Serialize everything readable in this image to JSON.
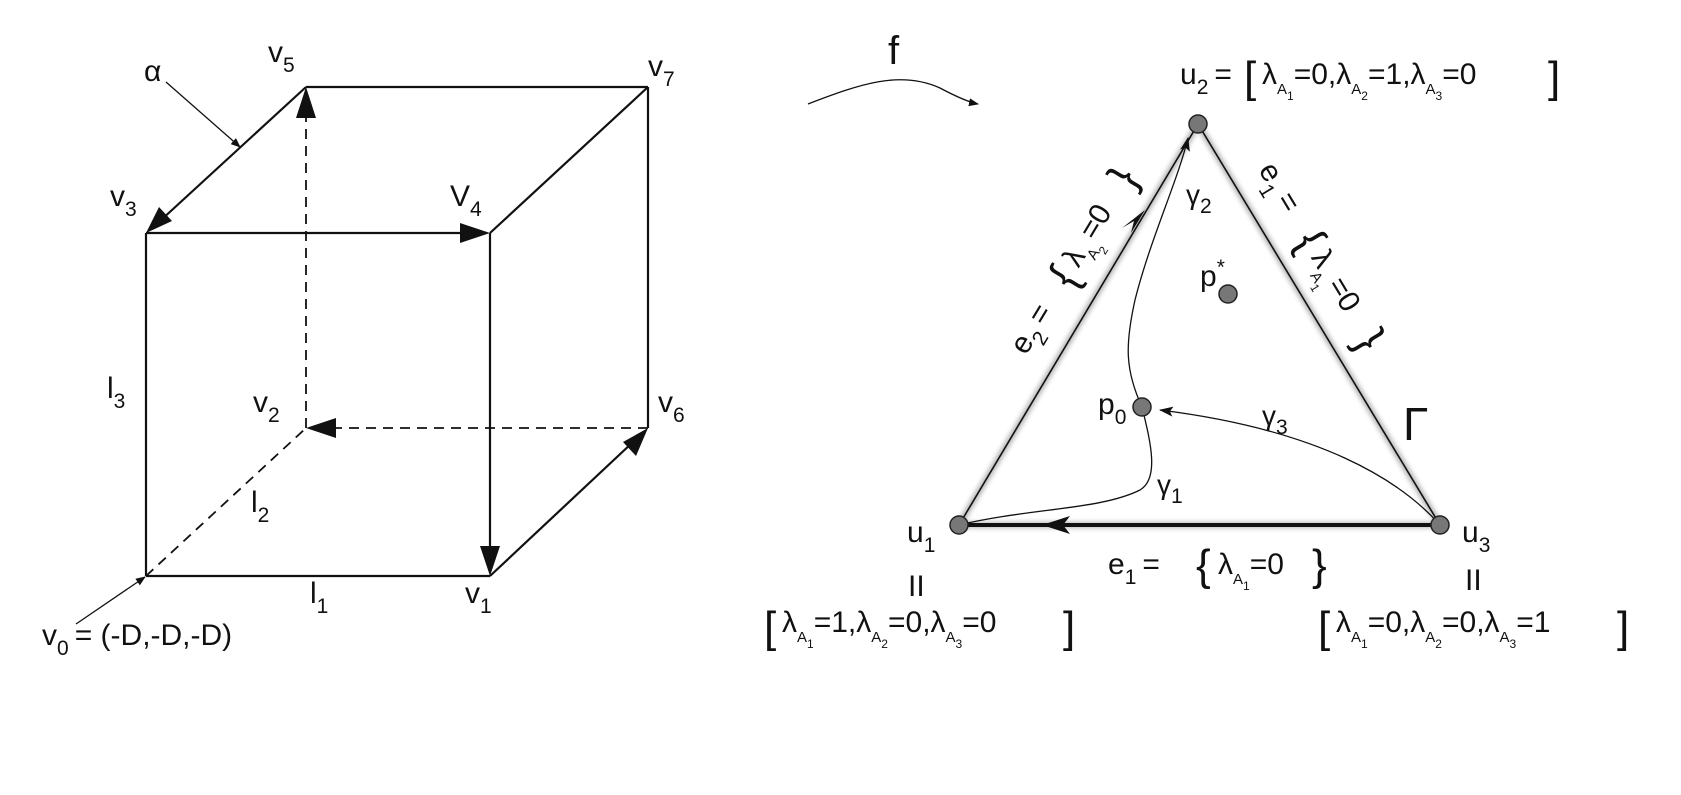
{
  "cube": {
    "vertices": {
      "v0": {
        "base": "v",
        "sub": "0"
      },
      "v1": {
        "base": "v",
        "sub": "1"
      },
      "v2": {
        "base": "v",
        "sub": "2"
      },
      "v3": {
        "base": "v",
        "sub": "3"
      },
      "v4": {
        "base": "V",
        "sub": "4"
      },
      "v5": {
        "base": "v",
        "sub": "5"
      },
      "v6": {
        "base": "v",
        "sub": "6"
      },
      "v7": {
        "base": "v",
        "sub": "7"
      }
    },
    "v0_coords": "= (-D,-D,-D)",
    "alpha": "α",
    "lengths": {
      "l1": {
        "base": "l",
        "sub": "1"
      },
      "l2": {
        "base": "l",
        "sub": "2"
      },
      "l3": {
        "base": "l",
        "sub": "3"
      }
    }
  },
  "map": {
    "label": "f"
  },
  "simplex": {
    "gamma_cap": "Γ",
    "points": {
      "p0": {
        "base": "p",
        "sub": "0"
      },
      "pstar": {
        "base": "p",
        "sup": "*"
      }
    },
    "vertices": {
      "u1": {
        "base": "u",
        "sub": "1"
      },
      "u2": {
        "base": "u",
        "sub": "2"
      },
      "u3": {
        "base": "u",
        "sub": "3"
      }
    },
    "u2_eq": "=",
    "eq_sign": "II",
    "coords": {
      "u1": [
        {
          "sub": "1",
          "val": "=1"
        },
        {
          "sub": "2",
          "val": "=0"
        },
        {
          "sub": "3",
          "val": "=0"
        }
      ],
      "u2": [
        {
          "sub": "1",
          "val": "=0"
        },
        {
          "sub": "2",
          "val": "=1"
        },
        {
          "sub": "3",
          "val": "=0"
        }
      ],
      "u3": [
        {
          "sub": "1",
          "val": "=0"
        },
        {
          "sub": "2",
          "val": "=0"
        },
        {
          "sub": "3",
          "val": "=1"
        }
      ]
    },
    "lambda": "λ",
    "A": "A",
    "comma": ",",
    "edges": {
      "bottom": {
        "base": "e",
        "sub": "1",
        "eq": "=",
        "set_sub": "1",
        "set_val": "=0"
      },
      "right": {
        "base": "e",
        "sub": "1",
        "eq": "=",
        "set_sub": "1",
        "set_val": "=0"
      },
      "left": {
        "base": "e",
        "sub": "2",
        "eq": "=",
        "set_sub": "2",
        "set_val": "=0"
      }
    },
    "paths": {
      "g1": {
        "base": "γ",
        "sub": "1"
      },
      "g2": {
        "base": "γ",
        "sub": "2"
      },
      "g3": {
        "base": "γ",
        "sub": "3"
      }
    }
  }
}
